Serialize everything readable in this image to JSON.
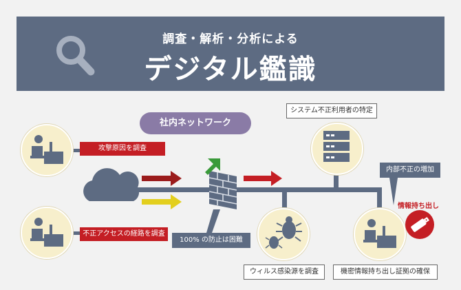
{
  "banner": {
    "subtitle": "調査・解析・分析による",
    "title": "デジタル鑑識"
  },
  "network_label": "社内ネットワーク",
  "labels": {
    "attack_cause": "攻撃原因を調査",
    "unauthorized_route": "不正アクセスの経路を調査",
    "firewall_note": "100% の防止は困難",
    "virus_source": "ウィルス感染源を調査",
    "user_identification": "システム不正利用者の特定",
    "internal_fraud": "内部不正の増加",
    "info_leak": "情報持ち出し",
    "leak_evidence": "機密情報持ち出し証拠の確保"
  },
  "icons": [
    "magnifier-icon",
    "person-computer-icon",
    "cloud-icon",
    "firewall-icon",
    "server-icon",
    "bug-icon",
    "usb-drive-icon",
    "arrow-icon"
  ],
  "colors": {
    "banner": "#5d6b82",
    "accent_red": "#c41e24",
    "pill": "#8a7ba6",
    "node_bg": "#f7efcc",
    "arrow_yellow": "#e3cf1e",
    "arrow_green": "#3a9a3a",
    "arrow_darkred": "#9b1c1c"
  }
}
